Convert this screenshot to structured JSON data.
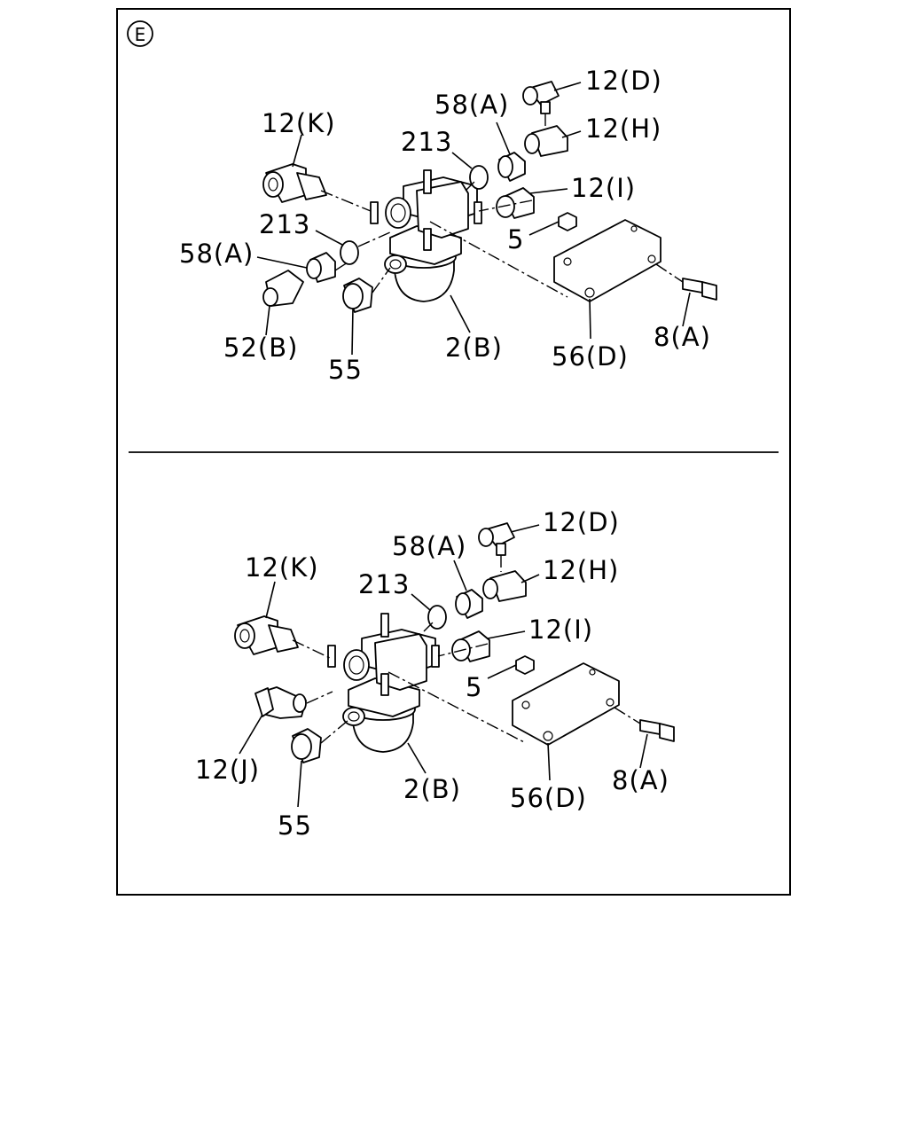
{
  "section_marker": "E",
  "panels": [
    {
      "id": "upper",
      "labels": {
        "fitting_d": "12(D)",
        "fitting_h": "12(H)",
        "fitting_i": "12(I)",
        "fitting_k": "12(K)",
        "adapter_58_top": "58(A)",
        "adapter_58_left": "58(A)",
        "oring_top": "213",
        "oring_left": "213",
        "nut": "5",
        "tee": "52(B)",
        "plug": "55",
        "valve": "2(B)",
        "bracket": "56(D)",
        "bolt": "8(A)"
      }
    },
    {
      "id": "lower",
      "labels": {
        "fitting_d": "12(D)",
        "fitting_h": "12(H)",
        "fitting_i": "12(I)",
        "fitting_k": "12(K)",
        "fitting_j": "12(J)",
        "adapter_58_top": "58(A)",
        "oring_top": "213",
        "nut": "5",
        "plug": "55",
        "valve": "2(B)",
        "bracket": "56(D)",
        "bolt": "8(A)"
      }
    }
  ]
}
